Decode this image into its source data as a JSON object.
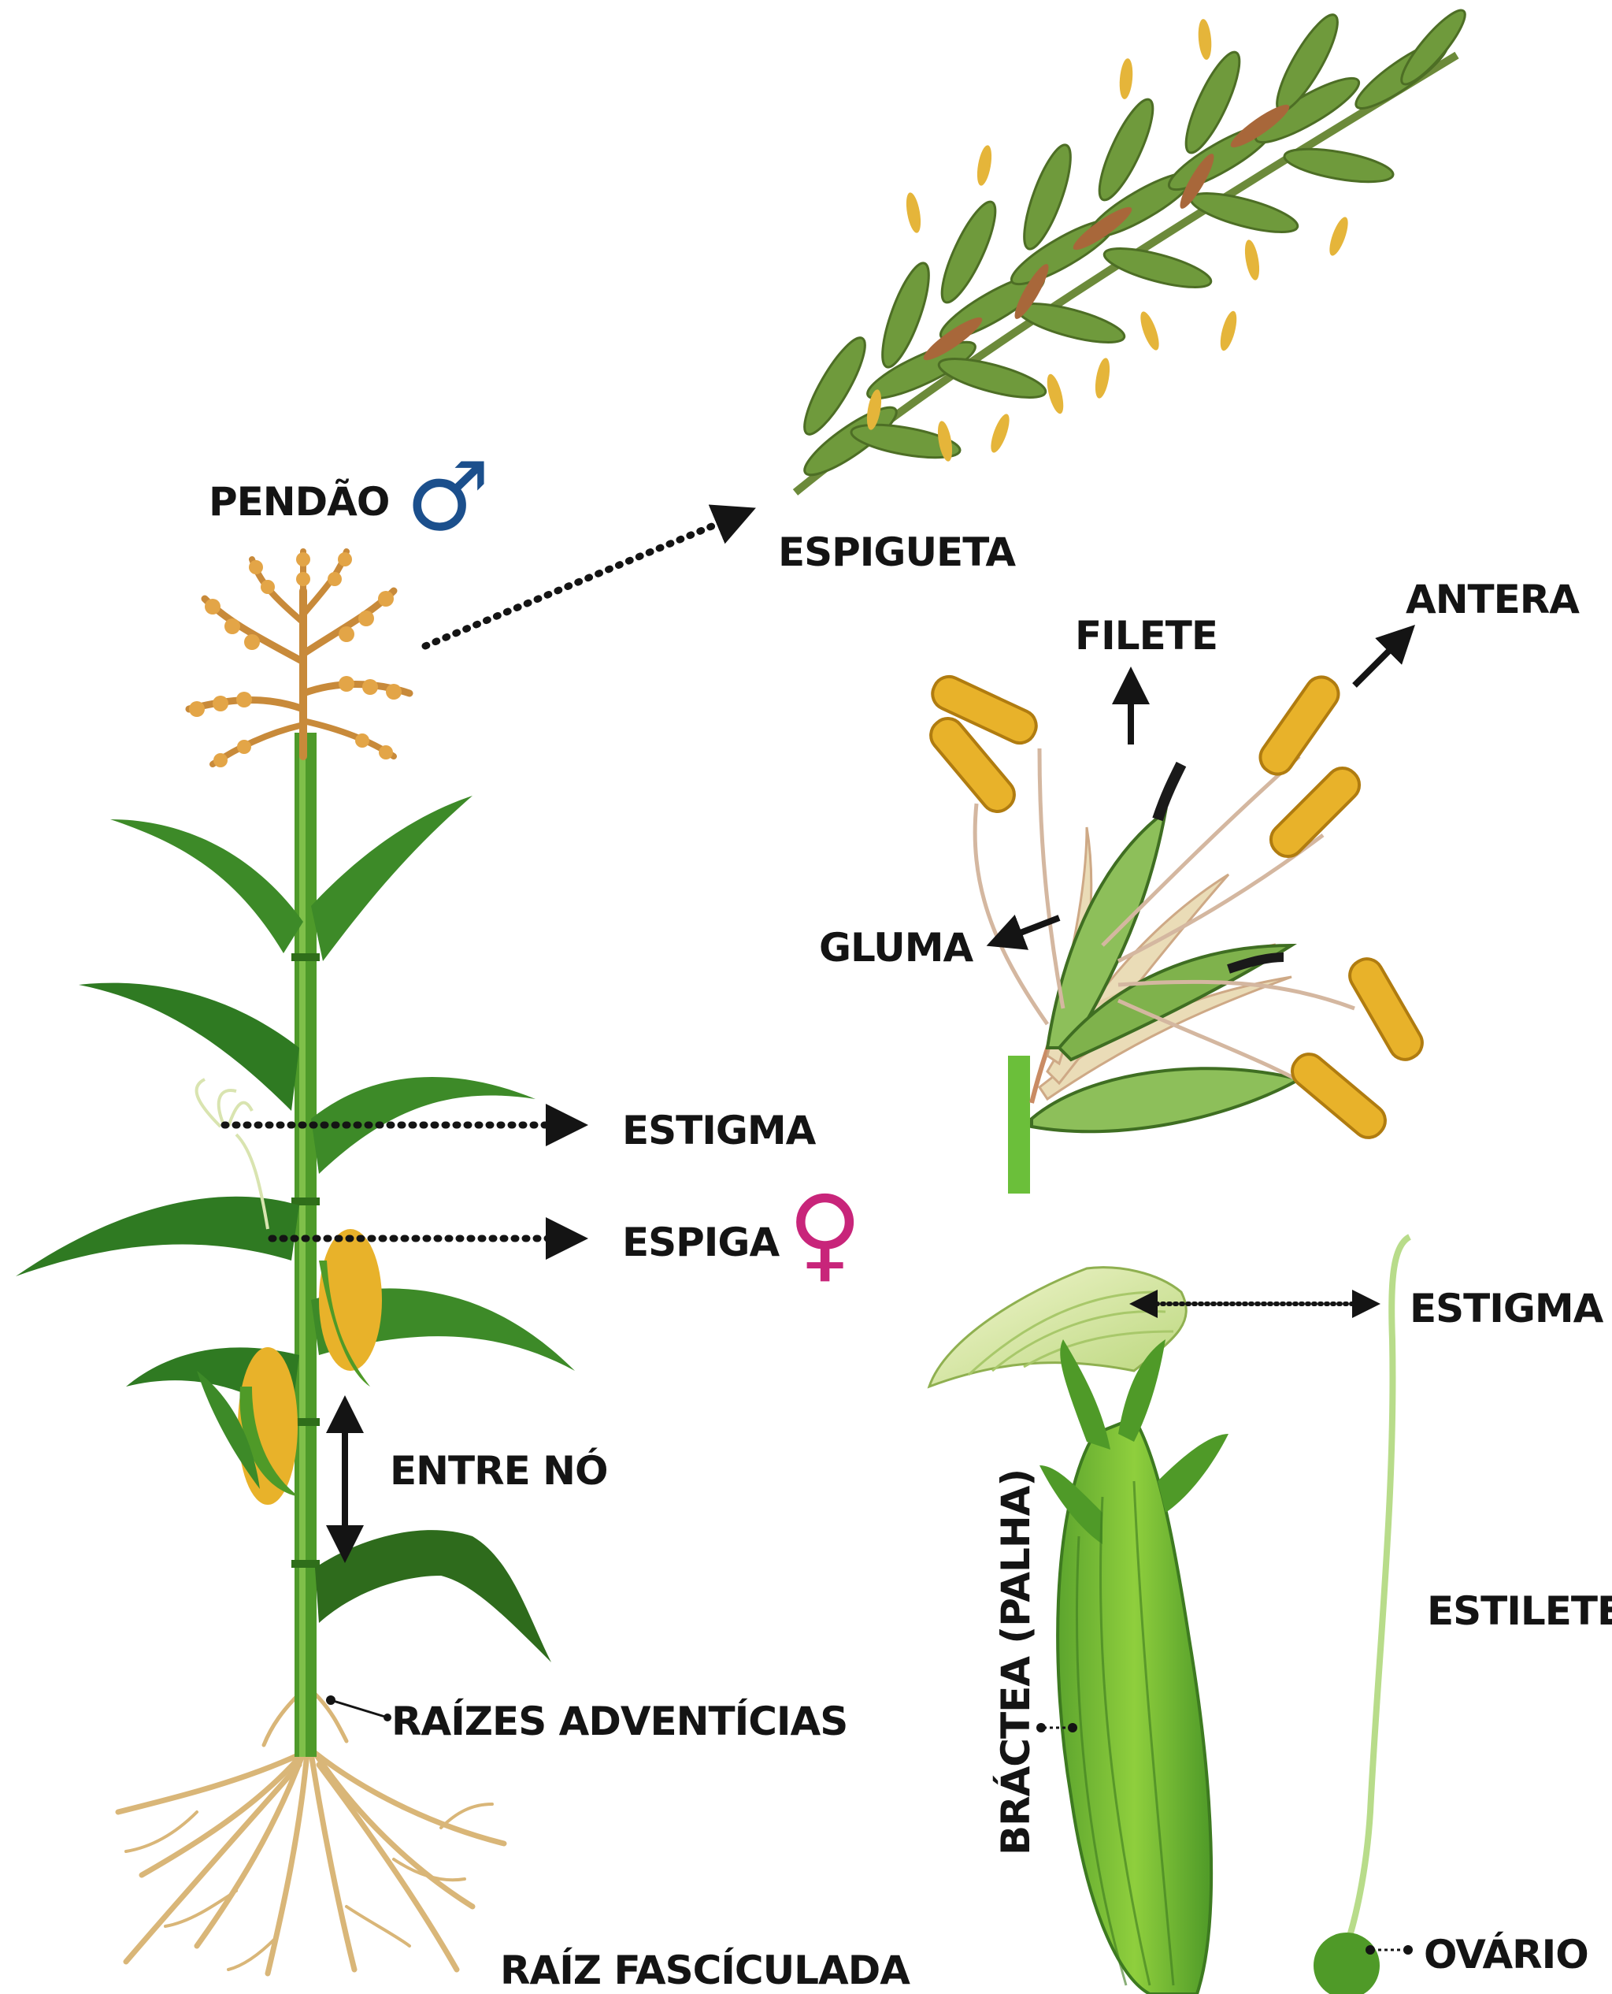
{
  "labels": {
    "pendao": "PENDÃO",
    "espigueta": "ESPIGUETA",
    "filete": "FILETE",
    "antera": "ANTERA",
    "gluma": "GLUMA",
    "estigma_plant": "ESTIGMA",
    "espiga": "ESPIGA",
    "estigma_detail": "ESTIGMA",
    "entre_no": "ENTRE NÓ",
    "estilete": "ESTILETE",
    "raizes_adventicias": "RAÍZES ADVENTÍCIAS",
    "bractea": "BRÁCTEA (PALHA)",
    "raiz_fasciculada": "RAÍZ FASCÍCULADA",
    "ovario": "OVÁRIO"
  },
  "symbols": {
    "male": "♂",
    "female": "♀"
  },
  "colors": {
    "male_symbol": "#1b4f8c",
    "female_symbol": "#c8257a",
    "leaf": "#3d8a28",
    "tassel": "#c88a3a",
    "kernel": "#e8b22a",
    "root": "#d9b678"
  }
}
